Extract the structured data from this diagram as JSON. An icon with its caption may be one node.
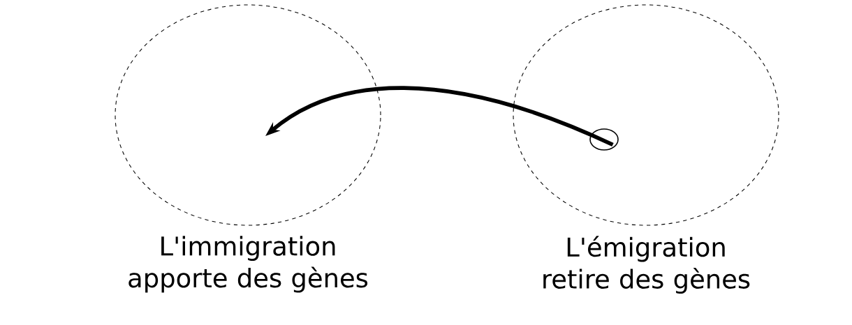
{
  "diagram": {
    "nodes": [
      {
        "text": [
          "L'immigration apporte des gènes"
        ]
      },
      {
        "text": [
          "L'émigration retire des gènes"
        ]
      },
      {
        "text": [],
        "shape": "circle",
        "in": 1
      }
    ],
    "edges": [
      {
        "from": 2,
        "to": 0,
        "arrow": "to"
      }
    ]
  }
}
